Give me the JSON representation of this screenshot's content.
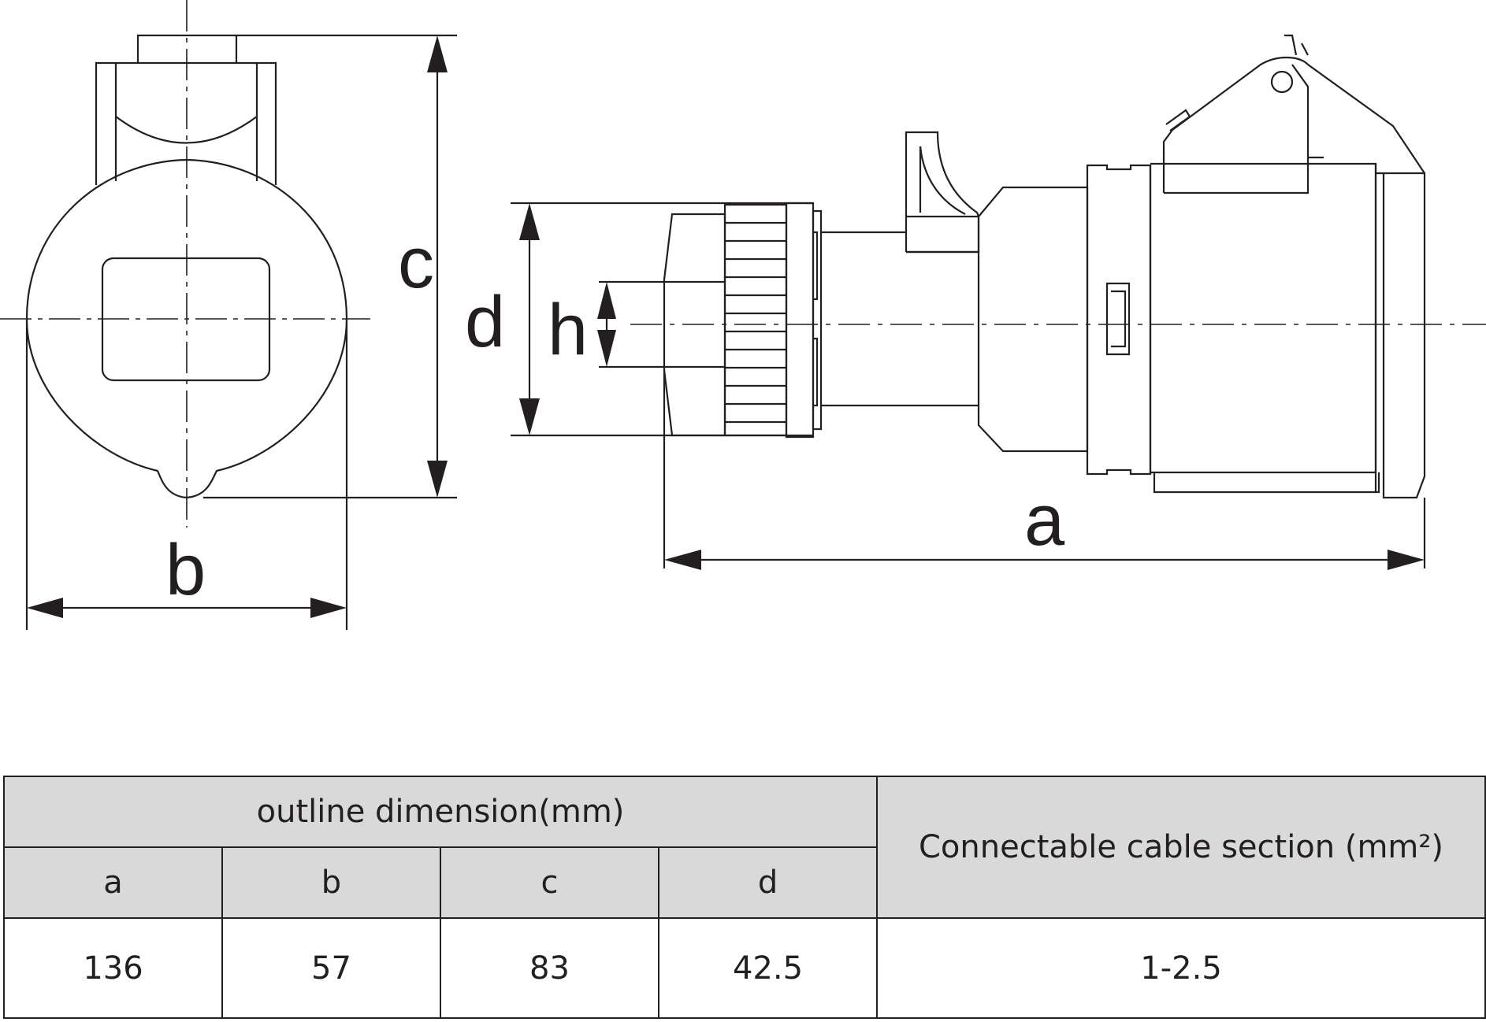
{
  "diagram": {
    "labels": {
      "a": "a",
      "b": "b",
      "c": "c",
      "d": "d",
      "h": "h"
    }
  },
  "table": {
    "header_outline": "outline dimension(mm)",
    "header_cable": "Connectable cable section (mm²)",
    "columns": [
      "a",
      "b",
      "c",
      "d"
    ],
    "values": [
      "136",
      "57",
      "83",
      "42.5"
    ],
    "cable_value": "1-2.5"
  }
}
